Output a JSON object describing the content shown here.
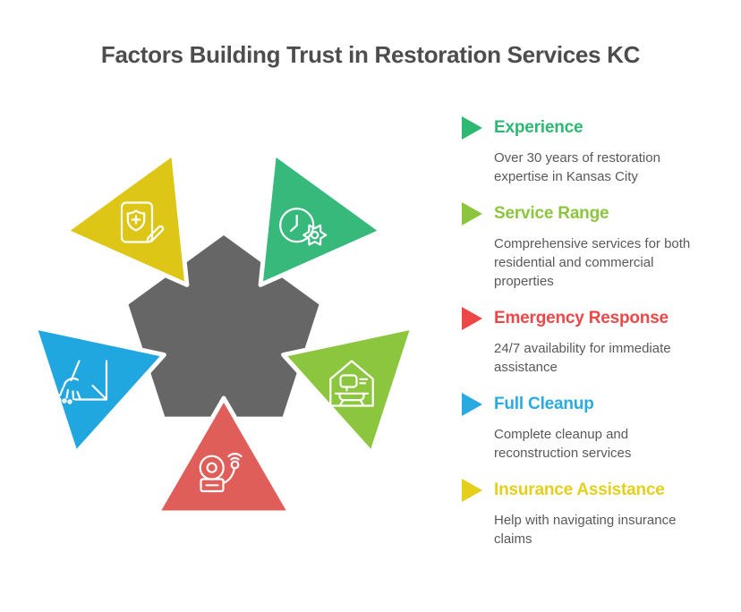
{
  "page": {
    "title": "Factors Building Trust in Restoration Services KC",
    "title_color": "#4d4d4d",
    "background": "#ffffff",
    "body_text_color": "#595959"
  },
  "diagram": {
    "pentagon": {
      "fill": "#666666"
    },
    "segments": [
      {
        "id": "insurance-assistance",
        "fill": "#ddc615",
        "icon": "insurance-claim-document-icon"
      },
      {
        "id": "experience",
        "fill": "#38b97c",
        "icon": "clock-gear-icon"
      },
      {
        "id": "service-range",
        "fill": "#8cc63f",
        "icon": "house-furniture-icon"
      },
      {
        "id": "emergency-response",
        "fill": "#e05e5a",
        "icon": "alarm-bell-icon"
      },
      {
        "id": "full-cleanup",
        "fill": "#21a7df",
        "icon": "broom-sweeping-icon"
      }
    ]
  },
  "legend": {
    "items": [
      {
        "title": "Experience",
        "color": "#2eb872",
        "desc": "Over 30 years of restoration\nexpertise in Kansas City"
      },
      {
        "title": "Service Range",
        "color": "#8cc63e",
        "desc": "Comprehensive services for both\nresidential and commercial\nproperties"
      },
      {
        "title": "Emergency Response",
        "color": "#ee4747",
        "desc": "24/7 availability for immediate\nassistance"
      },
      {
        "title": "Full Cleanup",
        "color": "#29abe2",
        "desc": "Complete cleanup and\nreconstruction services"
      },
      {
        "title": "Insurance Assistance",
        "color": "#e4cf1b",
        "desc": "Help with navigating insurance\nclaims"
      }
    ]
  }
}
